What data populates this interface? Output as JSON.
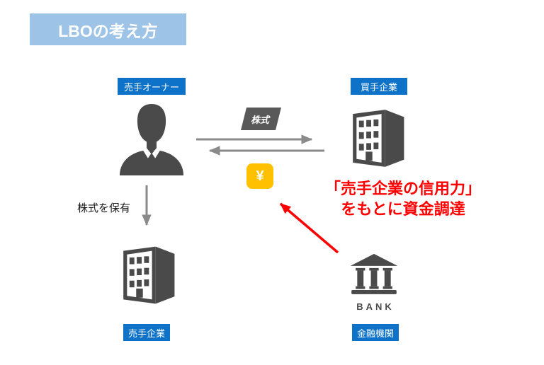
{
  "title": "LBOの考え方",
  "colors": {
    "title_bg": "#9DC3E6",
    "node_label_bg": "#0D72C8",
    "icon_gray": "#4A4A4A",
    "tag_bg": "#595959",
    "arrow_gray": "#8A8A8A",
    "yen_bg": "#FFC000",
    "accent_red": "#FF0000"
  },
  "nodes": {
    "seller_owner": {
      "label": "売手オーナー",
      "icon": "businessman-icon"
    },
    "buyer_company": {
      "label": "買手企業",
      "icon": "office-building-icon"
    },
    "seller_company": {
      "label": "売手企業",
      "icon": "office-building-icon"
    },
    "bank": {
      "label": "金融機関",
      "icon": "bank-icon",
      "caption": "BANK"
    }
  },
  "flows": {
    "stock_tag": "株式",
    "yen_badge": "¥",
    "ownership_label": "株式を保有"
  },
  "annotation": {
    "line1": "「売手企業の信用力」",
    "line2": "をもとに資金調達"
  }
}
